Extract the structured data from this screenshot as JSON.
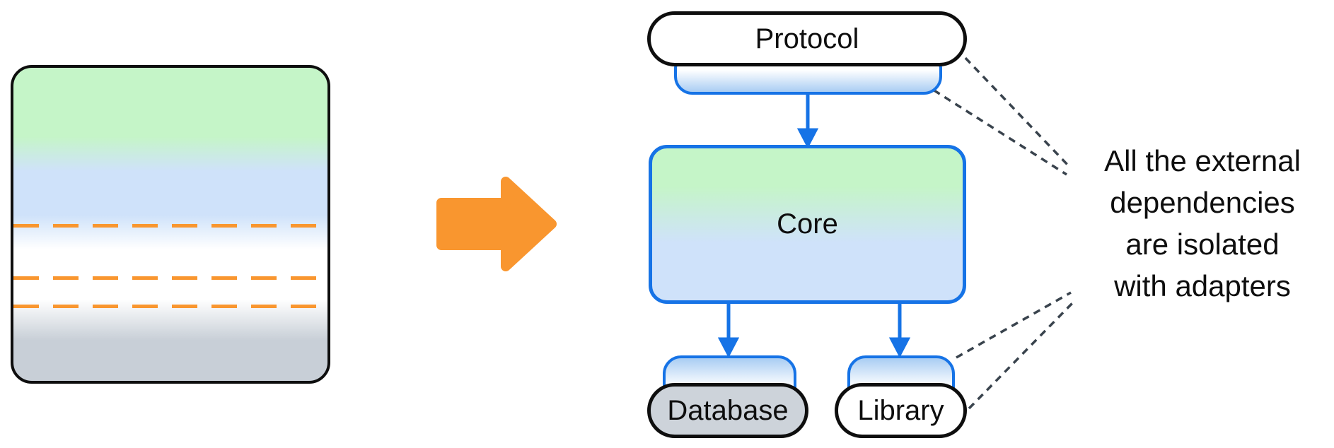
{
  "nodes": {
    "protocol": "Protocol",
    "core": "Core",
    "database": "Database",
    "library": "Library"
  },
  "annotation": {
    "lines": [
      "All the external",
      "dependencies",
      "are isolated",
      "with adapters"
    ]
  },
  "colors": {
    "accent_blue": "#1673E6",
    "orange": "#F9962F",
    "dash_gray": "#39434D",
    "green": "#C5F5C8",
    "light_blue": "#CFE2FA",
    "gray_fill": "#CDD3DA",
    "outline_black": "#0E0E0E",
    "white": "#FFFFFF"
  },
  "icons": {
    "transform_arrow": "right-arrow"
  }
}
